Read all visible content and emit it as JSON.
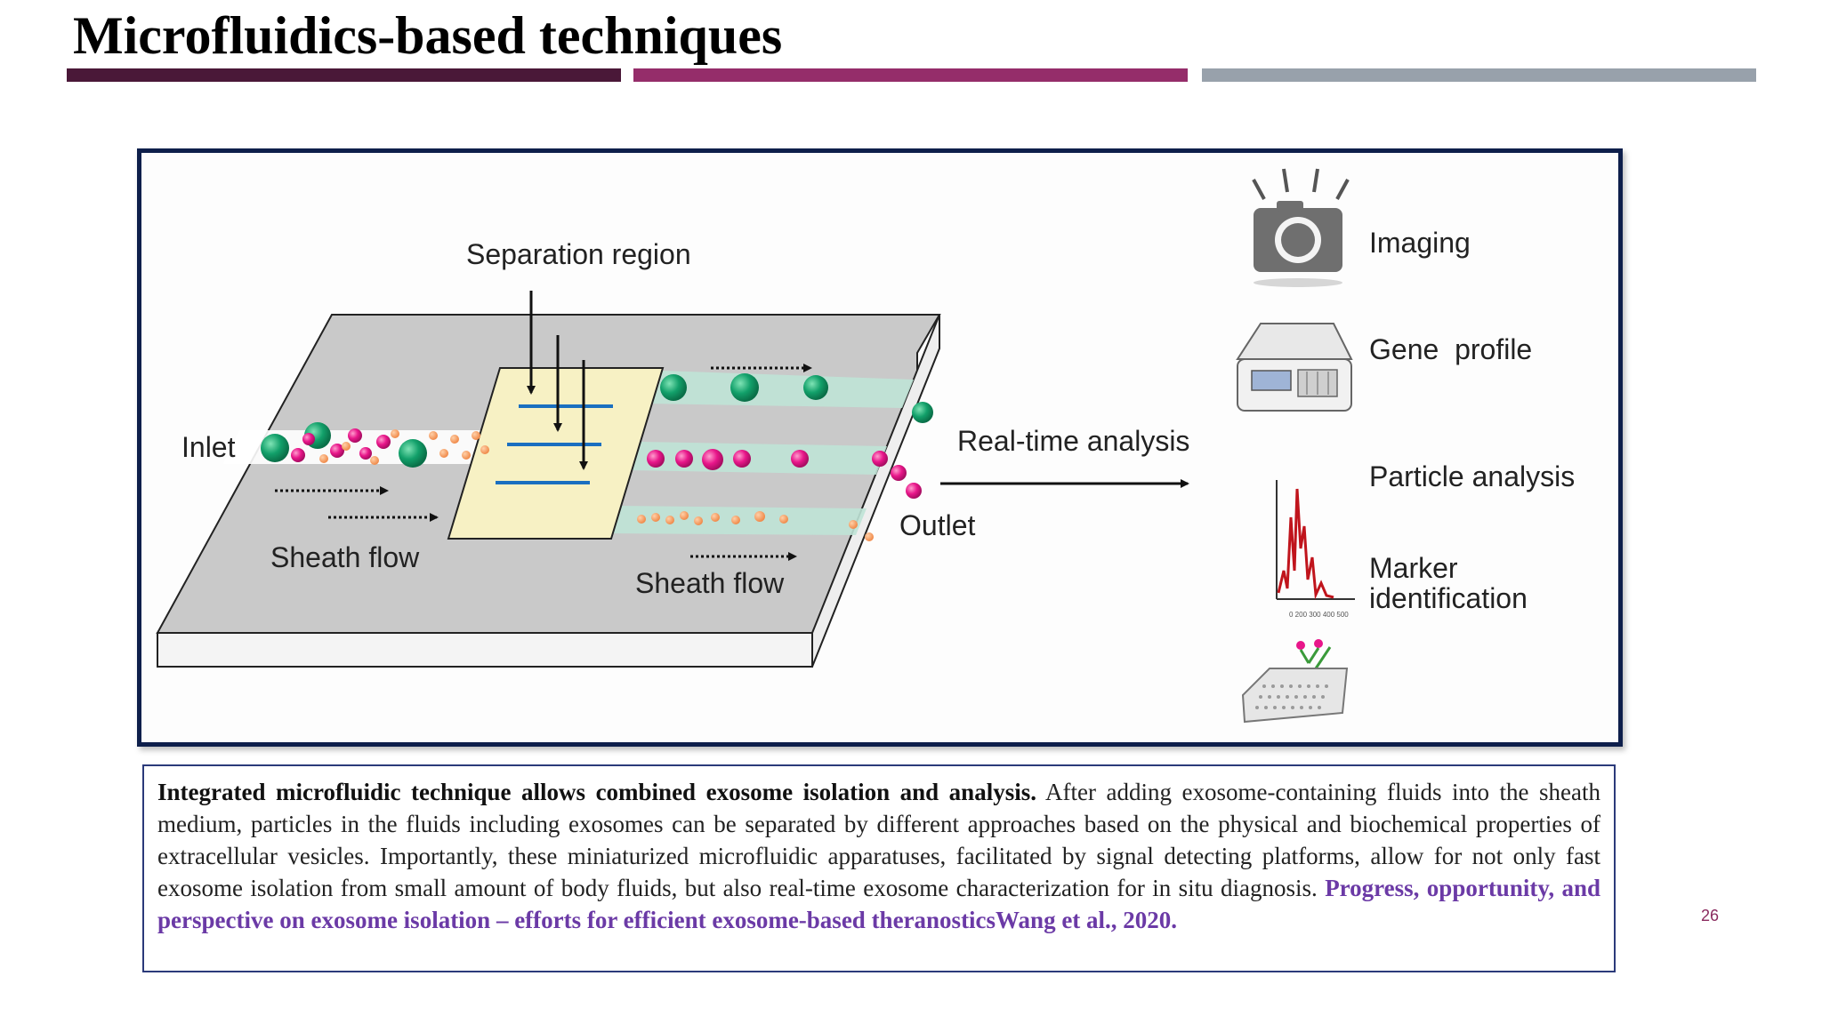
{
  "slide": {
    "title": "Microfluidics-based techniques",
    "page_number": "26"
  },
  "colors": {
    "bar_dark": "#4a1838",
    "bar_magenta": "#952d6a",
    "bar_gray": "#98a1ab",
    "frame_navy": "#0e1f4b",
    "reference_purple": "#6b3aa6"
  },
  "figure": {
    "labels": {
      "separation_region": "Separation region",
      "inlet": "Inlet",
      "sheath_flow_left": "Sheath flow",
      "sheath_flow_right": "Sheath flow",
      "outlet": "Outlet",
      "real_time_analysis": "Real-time analysis"
    },
    "analysis_methods": [
      {
        "label": "Imaging",
        "icon": "camera-icon"
      },
      {
        "label": "Gene  profile",
        "icon": "pcr-machine-icon"
      },
      {
        "label": "Particle analysis",
        "icon": "particle-histogram-icon"
      },
      {
        "label_lines": [
          "Marker",
          "identification"
        ],
        "icon": "well-plate-icon"
      }
    ]
  },
  "caption": {
    "lead": "Integrated microfluidic technique allows combined exosome isolation and analysis.",
    "body": " After adding exosome-containing fluids into the sheath medium, particles in the fluids including exosomes can be separated by different approaches based on the physical and biochemical properties of extracellular vesicles. Importantly, these miniaturized microfluidic apparatuses, facilitated by signal detecting platforms, allow for not only fast exosome isolation from small amount of body fluids, but also real-time exosome characterization for in situ diagnosis. ",
    "reference": "Progress, opportunity, and perspective on exosome isolation – efforts for efficient exosome-based theranosticsWang et al., 2020."
  }
}
